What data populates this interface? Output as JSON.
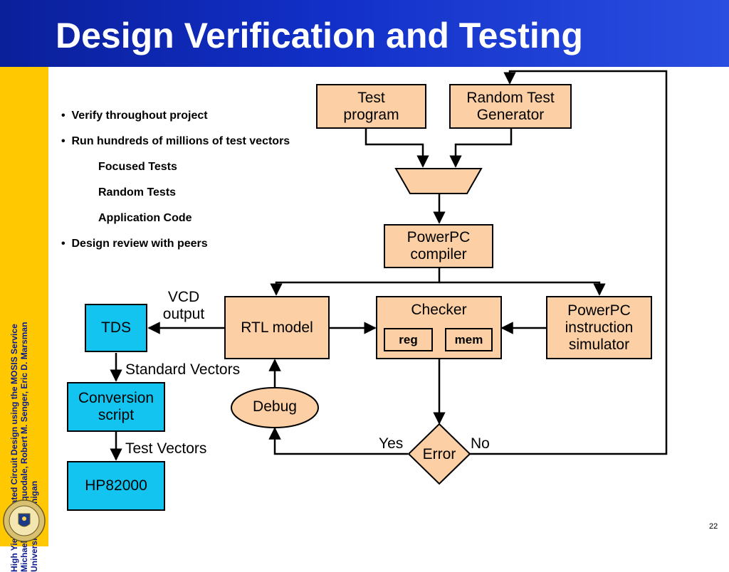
{
  "title": "Design Verification and Testing",
  "sidebar": {
    "lines": [
      "High Yield Integrated Circuit Design using the MOSIS Service",
      "Michael S. McCorquodale, Robert M. Senger, Eric D. Marsman",
      "University of Michigan"
    ]
  },
  "bullets": [
    {
      "text": "Verify throughout project",
      "level": 1
    },
    {
      "text": "Run hundreds of millions of test vectors",
      "level": 1
    },
    {
      "text": "Focused Tests",
      "level": 2
    },
    {
      "text": "Random Tests",
      "level": 2
    },
    {
      "text": "Application Code",
      "level": 2
    },
    {
      "text": "Design review with peers",
      "level": 1
    }
  ],
  "diagram": {
    "test_program": "Test\nprogram",
    "random_generator": "Random Test\nGenerator",
    "compiler": "PowerPC\ncompiler",
    "rtl_model": "RTL model",
    "checker": "Checker",
    "reg": "reg",
    "mem": "mem",
    "simulator": "PowerPC\ninstruction\nsimulator",
    "tds": "TDS",
    "conversion": "Conversion\nscript",
    "hp": "HP82000",
    "debug": "Debug",
    "error": "Error",
    "vcd": "VCD\noutput",
    "std_vectors": "Standard Vectors",
    "test_vectors": "Test Vectors",
    "yes": "Yes",
    "no": "No"
  },
  "page_number": "22",
  "colors": {
    "header": "#1230c8",
    "sidebar": "#ffc800",
    "box_peach": "#fcd0a4",
    "box_cyan": "#14c4f0"
  }
}
